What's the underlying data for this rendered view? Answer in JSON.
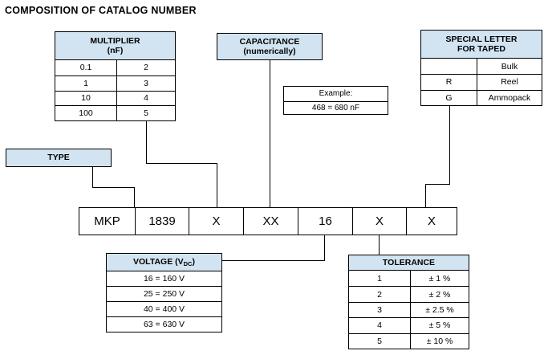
{
  "title": "COMPOSITION OF CATALOG NUMBER",
  "colors": {
    "header_fill": "#d2e4f1",
    "border": "#000000",
    "background": "#ffffff"
  },
  "multiplier_table": {
    "header": [
      "MULTIPLIER",
      "(nF)"
    ],
    "rows": [
      [
        "0.1",
        "2"
      ],
      [
        "1",
        "3"
      ],
      [
        "10",
        "4"
      ],
      [
        "100",
        "5"
      ]
    ]
  },
  "capacitance_box": {
    "lines": [
      "CAPACITANCE",
      "(numerically)"
    ]
  },
  "example_box": {
    "label": "Example:",
    "value": "468 = 680 nF"
  },
  "special_letter_table": {
    "header": [
      "SPECIAL LETTER",
      "FOR TAPED"
    ],
    "rows": [
      [
        "",
        "Bulk"
      ],
      [
        "R",
        "Reel"
      ],
      [
        "G",
        "Ammopack"
      ]
    ]
  },
  "type_box": {
    "label": "TYPE"
  },
  "catalog_row": {
    "cells": [
      "MKP",
      "1839",
      "X",
      "XX",
      "16",
      "X",
      "X"
    ]
  },
  "voltage_table": {
    "header": {
      "prefix": "VOLTAGE (V",
      "sub": "DC",
      "suffix": ")"
    },
    "rows": [
      "16 = 160 V",
      "25 = 250 V",
      "40 = 400 V",
      "63 = 630 V"
    ]
  },
  "tolerance_table": {
    "header": "TOLERANCE",
    "rows": [
      [
        "1",
        "± 1 %"
      ],
      [
        "2",
        "± 2 %"
      ],
      [
        "3",
        "± 2.5 %"
      ],
      [
        "4",
        "± 5 %"
      ],
      [
        "5",
        "± 10 %"
      ]
    ]
  }
}
